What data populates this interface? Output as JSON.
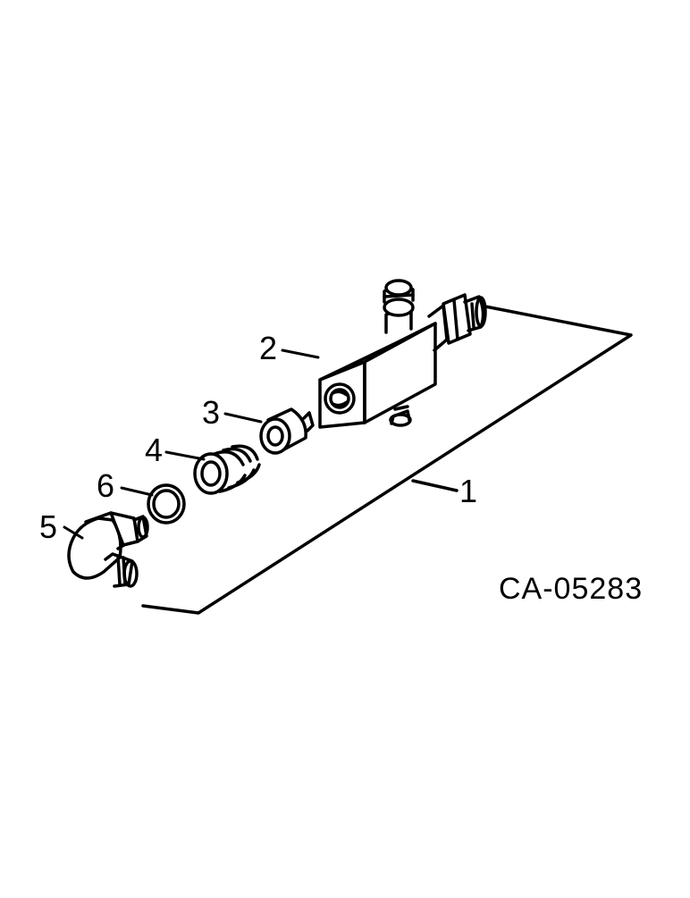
{
  "diagram": {
    "drawing_code": "CA-05283",
    "callouts": [
      {
        "id": "1",
        "label": "1"
      },
      {
        "id": "2",
        "label": "2"
      },
      {
        "id": "3",
        "label": "3"
      },
      {
        "id": "4",
        "label": "4"
      },
      {
        "id": "5",
        "label": "5"
      },
      {
        "id": "6",
        "label": "6"
      }
    ],
    "colors": {
      "ink": "#000000",
      "paper": "#ffffff"
    }
  }
}
